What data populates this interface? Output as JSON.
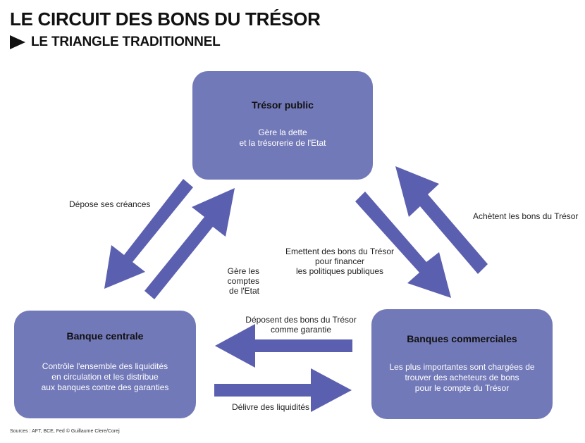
{
  "title": "LE CIRCUIT DES BONS DU TRÉSOR",
  "subtitle": "LE TRIANGLE TRADITIONNEL",
  "nodes": {
    "tresor": {
      "title": "Trésor public",
      "description": "Gère la dette\net la trésorerie de l'Etat"
    },
    "banque_centrale": {
      "title": "Banque centrale",
      "description": "Contrôle l'ensemble des liquidités\nen circulation et les distribue\naux banques contre des garanties"
    },
    "banques_commerciales": {
      "title": "Banques commerciales",
      "description": "Les plus importantes sont chargées de\ntrouver des acheteurs de bons\npour le compte du Trésor"
    }
  },
  "flows": {
    "depose_creances": "Dépose ses créances",
    "gere_comptes": "Gère les comptes\nde l'Etat",
    "emettent_bons": "Emettent des bons du Trésor\npour financer\nles politiques publiques",
    "achetent_bons": "Achètent les bons du Trésor",
    "deposent_garantie": "Déposent des bons du Trésor\ncomme garantie",
    "delivre_liquidites": "Délivre des liquidités"
  },
  "source": "Sources : AFT, BCE, Fed © Guillaume Clere/Corej",
  "colors": {
    "node_fill": "#7279b8",
    "arrow_fill": "#5b5fb0",
    "text_dark": "#111111"
  }
}
